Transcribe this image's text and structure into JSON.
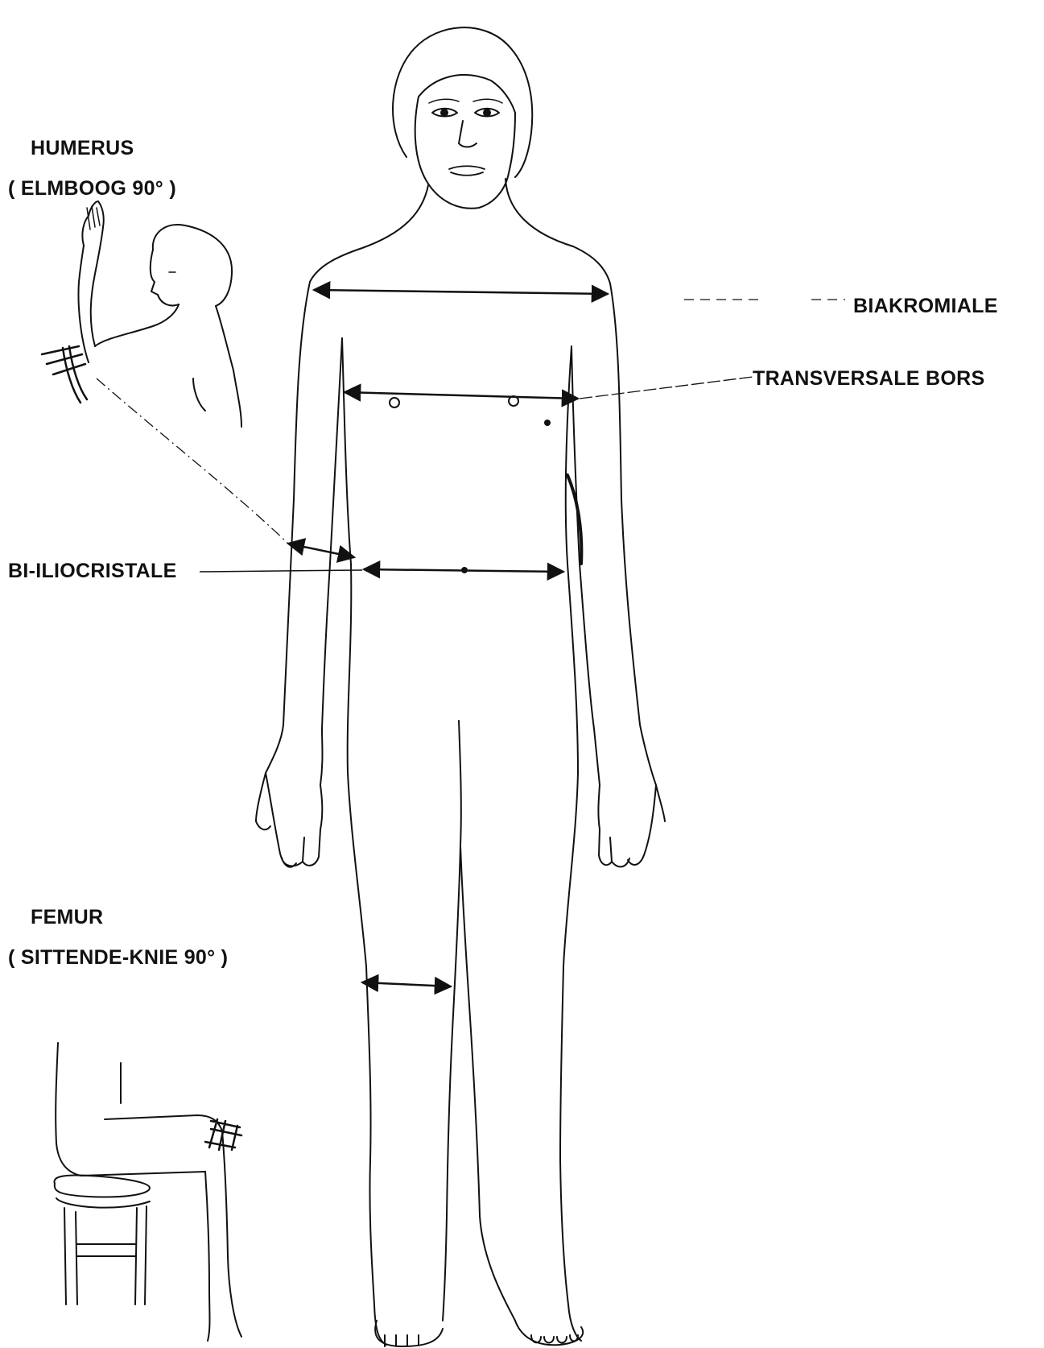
{
  "labels": {
    "humerus_title": "HUMERUS",
    "humerus_sub": "( ELMBOOG 90° )",
    "biakromiale": "BIAKROMIALE",
    "transversale": "TRANSVERSALE BORS",
    "biiliocristale": "BI-ILIOCRISTALE",
    "femur_title": "FEMUR",
    "femur_sub": "( SITTENDE-KNIE 90° )"
  },
  "colors": {
    "ink": "#111111",
    "background": "#ffffff"
  }
}
